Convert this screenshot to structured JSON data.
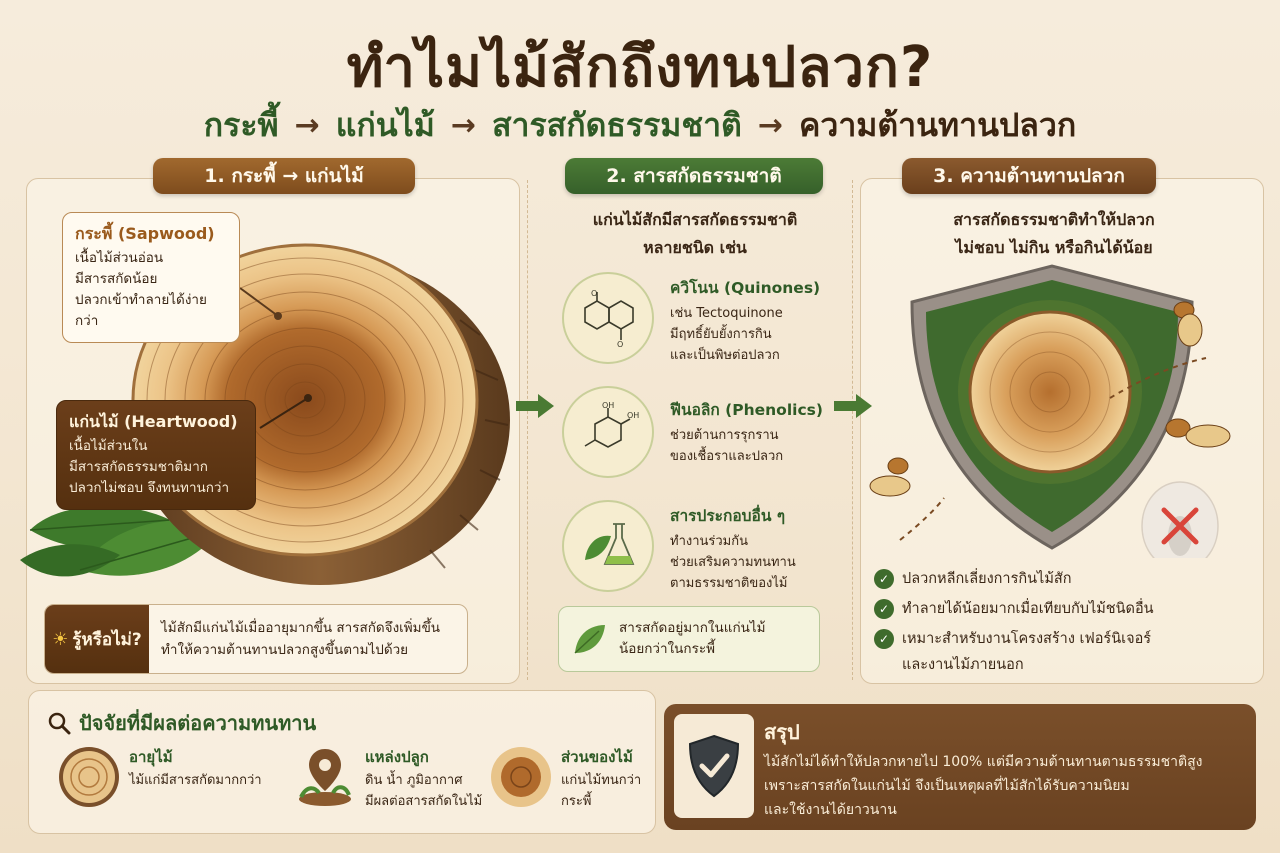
{
  "header": {
    "title": "ทำไมไม้สักถึงทนปลวก?",
    "flow": [
      "กระพี้",
      "แก่นไม้",
      "สารสกัดธรรมชาติ",
      "ความต้านทานปลวก"
    ],
    "arrow": "→"
  },
  "section1": {
    "pill": "1. กระพี้ → แก่นไม้",
    "sapwood": {
      "title": "กระพี้ (Sapwood)",
      "lines": [
        "เนื้อไม้ส่วนอ่อน",
        "มีสารสกัดน้อย",
        "ปลวกเข้าทำลายได้ง่ายกว่า"
      ]
    },
    "heartwood": {
      "title": "แก่นไม้ (Heartwood)",
      "lines": [
        "เนื้อไม้ส่วนใน",
        "มีสารสกัดธรรมชาติมาก",
        "ปลวกไม่ชอบ จึงทนทานกว่า"
      ]
    },
    "did_you_know": {
      "tag": "รู้หรือไม่?",
      "lines": [
        "ไม้สักมีแก่นไม้เมื่ออายุมากขึ้น สารสกัดจึงเพิ่มขึ้น",
        "ทำให้ความต้านทานปลวกสูงขึ้นตามไปด้วย"
      ]
    }
  },
  "section2": {
    "pill": "2. สารสกัดธรรมชาติ",
    "intro": [
      "แก่นไม้สักมีสารสกัดธรรมชาติ",
      "หลายชนิด เช่น"
    ],
    "compounds": [
      {
        "title": "ควิโนน (Quinones)",
        "lines": [
          "เช่น Tectoquinone",
          "มีฤทธิ์ยับยั้งการกิน",
          "และเป็นพิษต่อปลวก"
        ]
      },
      {
        "title": "ฟีนอลิก (Phenolics)",
        "lines": [
          "ช่วยต้านการรุกราน",
          "ของเชื้อราและปลวก"
        ]
      },
      {
        "title": "สารประกอบอื่น ๆ",
        "lines": [
          "ทำงานร่วมกัน",
          "ช่วยเสริมความทนทาน",
          "ตามธรรมชาติของไม้"
        ]
      }
    ],
    "note": [
      "สารสกัดอยู่มากในแก่นไม้",
      "น้อยกว่าในกระพี้"
    ]
  },
  "section3": {
    "pill": "3. ความต้านทานปลวก",
    "intro": [
      "สารสกัดธรรมชาติทำให้ปลวก",
      "ไม่ชอบ ไม่กิน หรือกินได้น้อย"
    ],
    "checks": [
      [
        "ปลวกหลีกเลี่ยงการกินไม้สัก"
      ],
      [
        "ทำลายได้น้อยมากเมื่อเทียบกับไม้ชนิดอื่น"
      ],
      [
        "เหมาะสำหรับงานโครงสร้าง เฟอร์นิเจอร์",
        "และงานไม้ภายนอก"
      ]
    ]
  },
  "factors": {
    "title": "ปัจจัยที่มีผลต่อความทนทาน",
    "items": [
      {
        "title": "อายุไม้",
        "lines": [
          "ไม้แก่มีสารสกัดมากกว่า"
        ]
      },
      {
        "title": "แหล่งปลูก",
        "lines": [
          "ดิน น้ำ ภูมิอากาศ",
          "มีผลต่อสารสกัดในไม้"
        ]
      },
      {
        "title": "ส่วนของไม้",
        "lines": [
          "แก่นไม้ทนกว่า",
          "กระพี้"
        ]
      }
    ]
  },
  "summary": {
    "title": "สรุป",
    "lines": [
      "ไม้สักไม่ได้ทำให้ปลวกหายไป 100% แต่มีความต้านทานตามธรรมชาติสูง",
      "เพราะสารสกัดในแก่นไม้ จึงเป็นเหตุผลที่ไม้สักได้รับความนิยม",
      "และใช้งานได้ยาวนาน"
    ]
  }
}
